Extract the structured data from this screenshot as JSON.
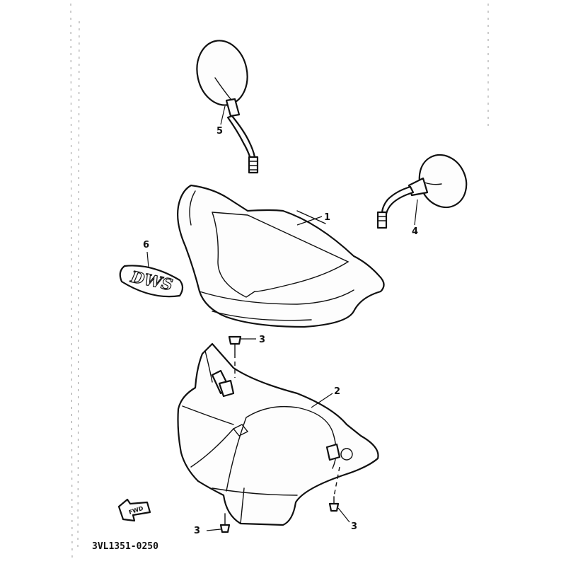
{
  "callouts": {
    "p1": "1",
    "p2": "2",
    "p3a": "3",
    "p3b": "3",
    "p3c": "3",
    "p4": "4",
    "p5": "5",
    "p6": "6"
  },
  "emblem_text": "DWS",
  "fwd_label": "FWD",
  "diagram_code": "3VL1351-0250"
}
